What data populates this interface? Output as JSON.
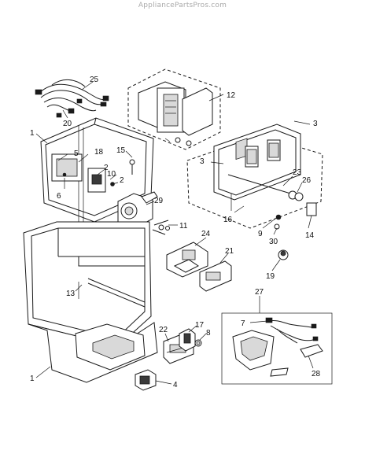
{
  "watermark": "AppliancePartsPros.com",
  "callouts": {
    "c25": "25",
    "c20": "20",
    "c1a": "1",
    "c5": "5",
    "c18": "18",
    "c15": "15",
    "c12": "12",
    "c3a": "3",
    "c3b": "3",
    "c2a": "2",
    "c10": "10",
    "c2b": "2",
    "c6": "6",
    "c29": "29",
    "c23": "23",
    "c26": "26",
    "c16": "16",
    "c9": "9",
    "c30": "30",
    "c14": "14",
    "c11": "11",
    "c24": "24",
    "c21": "21",
    "c19": "19",
    "c13": "13",
    "c27": "27",
    "c7": "7",
    "c22": "22",
    "c17": "17",
    "c8": "8",
    "c1b": "1",
    "c28": "28",
    "c4": "4"
  }
}
